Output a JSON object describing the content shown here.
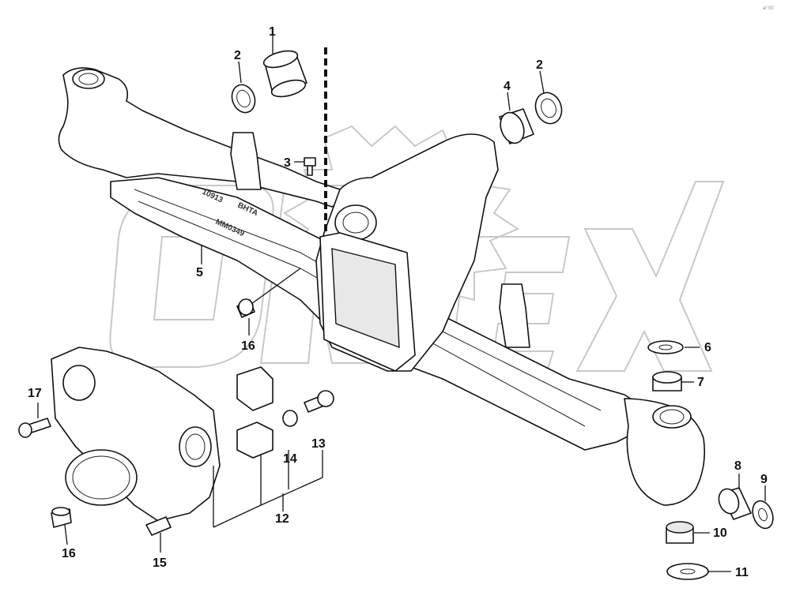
{
  "diagram": {
    "corner_code": "a² 00",
    "axle_stamps": [
      "10913",
      "BHTA",
      "MM0349"
    ],
    "watermark_logo": "OREX",
    "callouts": [
      {
        "id": "c1",
        "label": "1"
      },
      {
        "id": "c2a",
        "label": "2"
      },
      {
        "id": "c2b",
        "label": "2"
      },
      {
        "id": "c3",
        "label": "3"
      },
      {
        "id": "c4",
        "label": "4"
      },
      {
        "id": "c5",
        "label": "5"
      },
      {
        "id": "c6",
        "label": "6"
      },
      {
        "id": "c7",
        "label": "7"
      },
      {
        "id": "c8",
        "label": "8"
      },
      {
        "id": "c9",
        "label": "9"
      },
      {
        "id": "c10",
        "label": "10"
      },
      {
        "id": "c11",
        "label": "11"
      },
      {
        "id": "c12",
        "label": "12"
      },
      {
        "id": "c13",
        "label": "13"
      },
      {
        "id": "c14",
        "label": "14"
      },
      {
        "id": "c15",
        "label": "15"
      },
      {
        "id": "c16a",
        "label": "16"
      },
      {
        "id": "c16b",
        "label": "16"
      },
      {
        "id": "c17",
        "label": "17"
      }
    ]
  }
}
